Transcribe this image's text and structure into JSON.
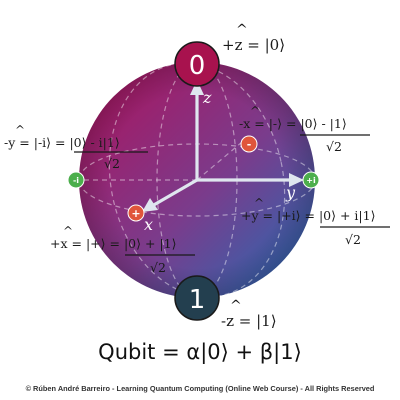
{
  "colors": {
    "sphere_top_left": "#b0105a",
    "sphere_mid": "#7a3c8c",
    "sphere_bottom_right": "#1f6fb6",
    "north_node": "#a8124e",
    "south_node": "#233f4f",
    "minus_node": "#e0553b",
    "plus_node": "#e0553b",
    "y_node": "#4cae4c"
  },
  "nodes": {
    "north": "0",
    "south": "1",
    "minus_x": "-",
    "plus_x": "+",
    "minus_y": "-i",
    "plus_y": "+i"
  },
  "axes": {
    "z": "z",
    "y": "y",
    "x": "x"
  },
  "labels": {
    "plus_z": {
      "axis": "+z",
      "eq": "= |0⟩"
    },
    "minus_z": {
      "axis": "-z",
      "eq": "= |1⟩"
    },
    "minus_y": {
      "axis": "-y",
      "eq": "= |-i⟩ = |0⟩ - i|1⟩",
      "den": "√2"
    },
    "minus_x": {
      "axis": "-x",
      "eq": "= |-⟩ = |0⟩ - |1⟩",
      "den": "√2"
    },
    "plus_y": {
      "axis": "+y",
      "eq": "= |+i⟩ = |0⟩ + i|1⟩",
      "den": "√2"
    },
    "plus_x": {
      "axis": "+x",
      "eq": "= |+⟩ = |0⟩ + |1⟩",
      "den": "√2"
    }
  },
  "formula": "Qubit = α|0⟩ + β|1⟩",
  "credit": "© Rúben André Barreiro - Learning Quantum Computing (Online Web Course) - All Rights Reserved"
}
